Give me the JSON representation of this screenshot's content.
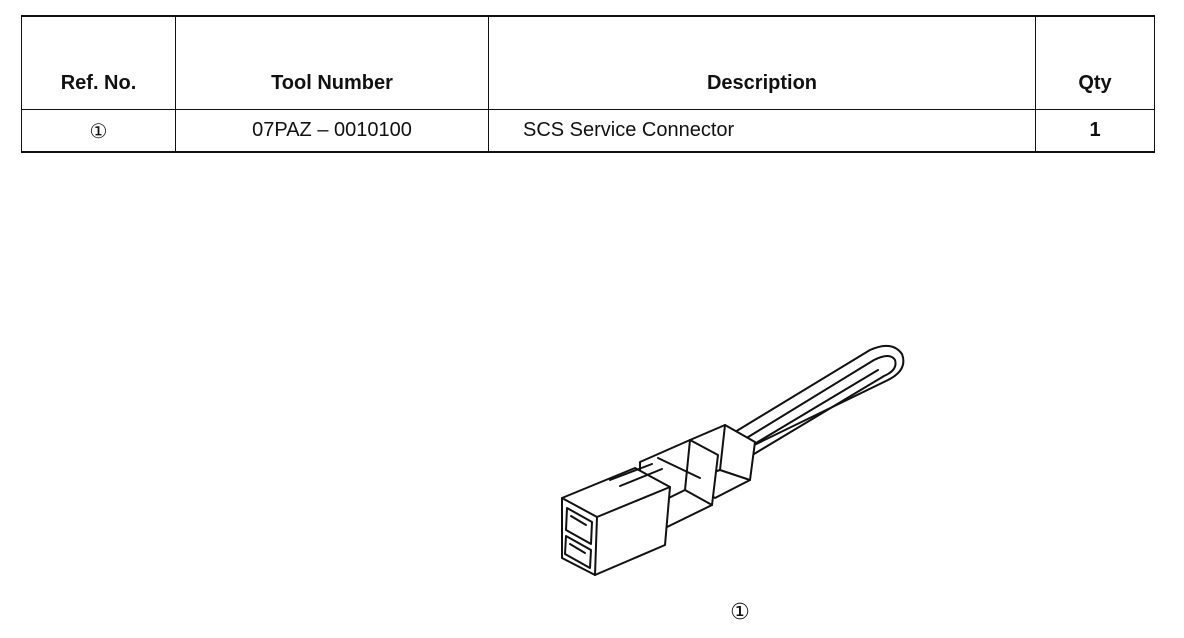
{
  "table": {
    "headers": [
      "Ref. No.",
      "Tool Number",
      "Description",
      "Qty"
    ],
    "rows": [
      {
        "ref": "①",
        "tool_number": "07PAZ – 0010100",
        "description": "SCS Service Connector",
        "qty": "1"
      }
    ]
  },
  "figure": {
    "icon": "scs-service-connector-drawing",
    "callout": "①"
  }
}
